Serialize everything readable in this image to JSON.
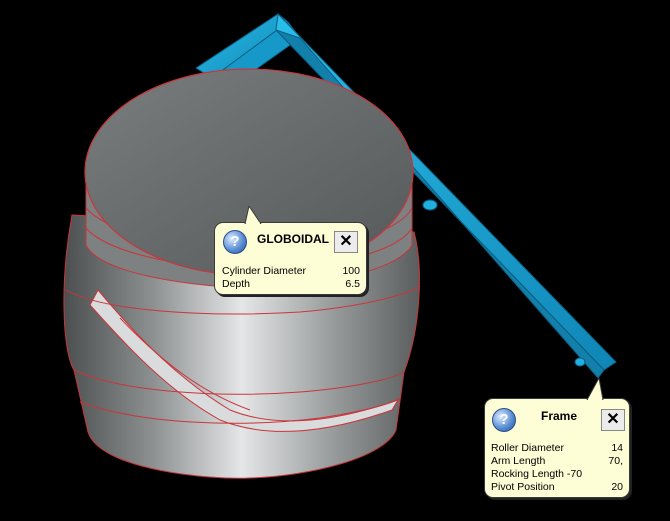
{
  "viewport": {
    "background": "#000000",
    "colors": {
      "cylinder": "#8c8f90",
      "edges": "#c8363a",
      "frame": "#19a8d8",
      "callout_bg": "#fdfdd6"
    }
  },
  "callouts": [
    {
      "id": "globoidal",
      "icon": "help-icon",
      "title": "GLOBOIDAL",
      "close_label": "✕",
      "params": [
        {
          "label": "Cylinder Diameter",
          "value": "100"
        },
        {
          "label": "Depth",
          "value": "6.5"
        }
      ]
    },
    {
      "id": "frame",
      "icon": "help-icon",
      "title": "Frame",
      "close_label": "✕",
      "params": [
        {
          "label": "Roller Diameter",
          "value": "14"
        },
        {
          "label": "Arm Length",
          "value": "70,"
        },
        {
          "label": "Rocking Length -70",
          "value": ""
        },
        {
          "label": "Pivot Position",
          "value": "20"
        }
      ]
    }
  ]
}
